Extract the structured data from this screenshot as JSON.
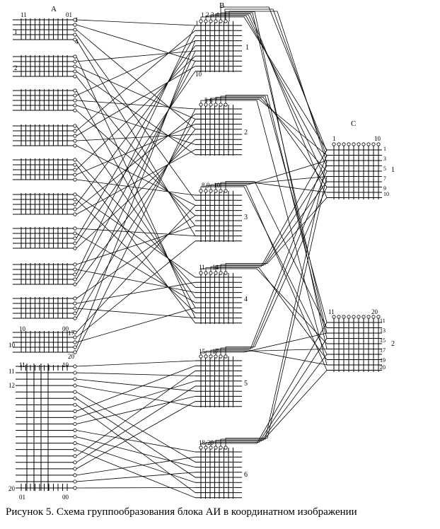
{
  "sections": {
    "a": "A",
    "b": "B",
    "c": "C"
  },
  "a_labels": [
    {
      "text": "11"
    },
    {
      "text": "01"
    },
    {
      "text": "1"
    },
    {
      "text": "1"
    },
    {
      "text": "4"
    },
    {
      "text": "2"
    },
    {
      "text": "10"
    },
    {
      "text": "00"
    },
    {
      "text": "10"
    },
    {
      "text": "17"
    },
    {
      "text": "20"
    },
    {
      "text": "11"
    },
    {
      "text": "10"
    },
    {
      "text": "11"
    },
    {
      "text": "12"
    },
    {
      "text": "20"
    },
    {
      "text": "01"
    },
    {
      "text": "00"
    }
  ],
  "b_blocks": [
    {
      "number": "1",
      "top_labels": [
        {
          "text": "1"
        },
        {
          "text": "2"
        },
        {
          "text": "3"
        },
        {
          "text": "4"
        }
      ],
      "left_labels": [
        {
          "text": "1"
        },
        {
          "text": "10"
        }
      ]
    },
    {
      "number": "2",
      "top_labels": [
        {
          "text": "5"
        },
        {
          "text": "6"
        },
        {
          "text": "7"
        }
      ],
      "left_labels": []
    },
    {
      "number": "3",
      "top_labels": [
        {
          "text": "8"
        },
        {
          "text": "9"
        },
        {
          "text": "10"
        }
      ],
      "left_labels": []
    },
    {
      "number": "4",
      "top_labels": [
        {
          "text": "11"
        },
        {
          "text": "14"
        }
      ],
      "left_labels": []
    },
    {
      "number": "5",
      "top_labels": [
        {
          "text": "15"
        },
        {
          "text": "17"
        }
      ],
      "left_labels": []
    },
    {
      "number": "6",
      "top_labels": [
        {
          "text": "18"
        },
        {
          "text": "20"
        }
      ],
      "left_labels": []
    }
  ],
  "c_blocks": [
    {
      "number": "1",
      "top_labels": [
        {
          "text": "1"
        },
        {
          "text": "10"
        }
      ],
      "right_labels": [
        {
          "text": "1"
        },
        {
          "text": "3"
        },
        {
          "text": "5"
        },
        {
          "text": "7"
        },
        {
          "text": "9"
        },
        {
          "text": "10"
        }
      ]
    },
    {
      "number": "2",
      "top_labels": [
        {
          "text": "11"
        },
        {
          "text": "20"
        }
      ],
      "right_labels": [
        {
          "text": "11"
        },
        {
          "text": "13"
        },
        {
          "text": "15"
        },
        {
          "text": "17"
        },
        {
          "text": "19"
        },
        {
          "text": "20"
        }
      ]
    }
  ],
  "caption": "Рисунок 5. Схема группообразования блока АИ в координатном изображении"
}
